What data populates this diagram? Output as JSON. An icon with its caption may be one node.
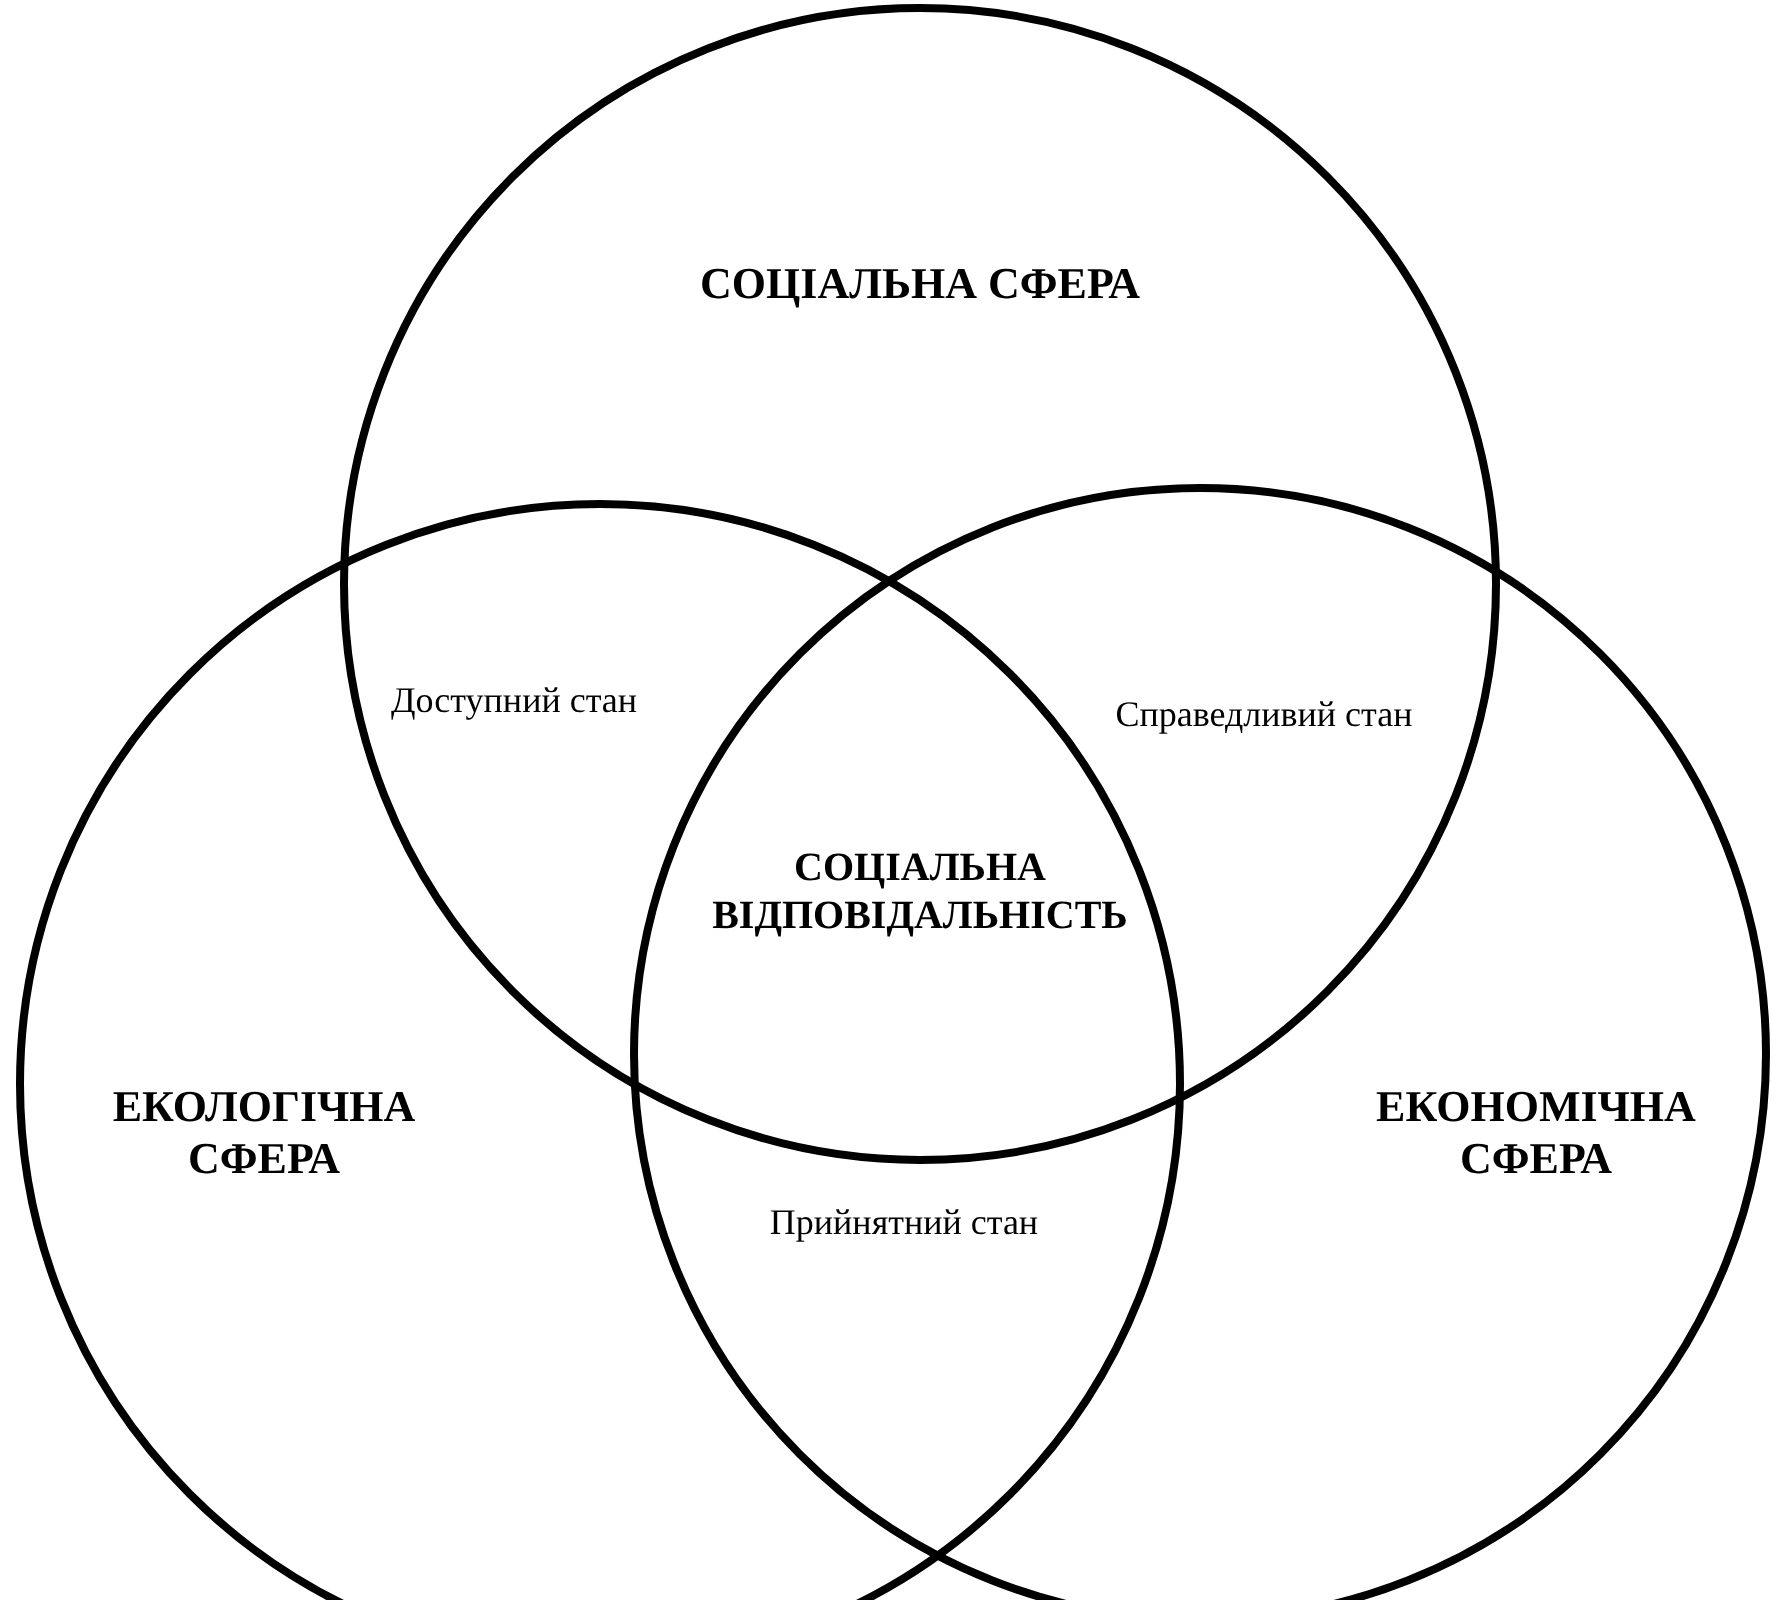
{
  "diagram": {
    "nodes": [
      {
        "text": [
          "СОЦІАЛЬНА СФЕРА"
        ]
      },
      {
        "text": [
          "ЕКОЛОГІЧНА СФЕРА"
        ]
      },
      {
        "text": [
          "ЕКОНОМІЧНА СФЕРА"
        ]
      }
    ],
    "labels": [
      "Доступний стан",
      "Справедливий стан",
      "СОЦІАЛЬНА ВІДПОВІДАЛЬНІСТЬ",
      "Прийнятний стан"
    ]
  }
}
